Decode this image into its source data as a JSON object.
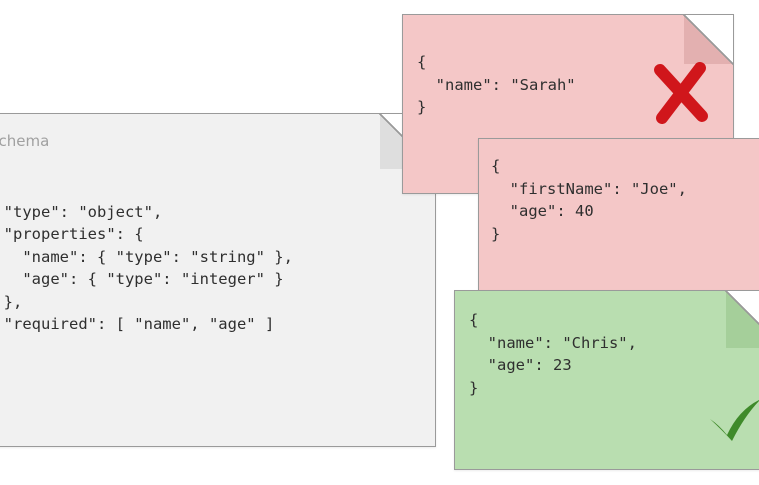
{
  "schema": {
    "title": "Schema",
    "lines": [
      "{",
      "  \"type\": \"object\",",
      "  \"properties\": {",
      "    \"name\": { \"type\": \"string\" },",
      "    \"age\": { \"type\": \"integer\" }",
      "  },",
      "  \"required\": [ \"name\", \"age\" ]",
      "}"
    ]
  },
  "instances": [
    {
      "status": "invalid",
      "lines": [
        "{",
        "  \"name\": \"Sarah\"",
        "}"
      ]
    },
    {
      "status": "invalid",
      "lines": [
        "{",
        "  \"firstName\": \"Joe\",",
        "  \"age\": 40",
        "}"
      ]
    },
    {
      "status": "valid",
      "lines": [
        "{",
        "  \"name\": \"Chris\",",
        "  \"age\": 23",
        "}"
      ]
    }
  ],
  "marks": {
    "invalid_icon": "cross-mark-icon",
    "valid_icon": "check-mark-icon"
  },
  "colors": {
    "schema_fill": "#f1f1f1",
    "invalid_fill": "#f4c7c7",
    "valid_fill": "#b9deb0",
    "cross": "#d0161b",
    "check": "#3f8a2a",
    "outline": "#9a9a9a"
  }
}
